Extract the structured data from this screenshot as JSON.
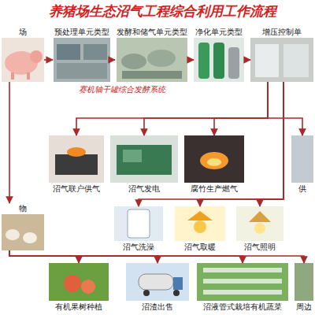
{
  "diagram": {
    "title": "养猪场生态沼气工程综合利用工作流程",
    "nodes": [
      {
        "text": [
          "场"
        ]
      },
      {
        "text": [
          "预处理单元类型"
        ]
      },
      {
        "text": [
          "发酵和储气单元类型"
        ]
      },
      {
        "text": [
          "净化单元类型"
        ]
      },
      {
        "text": [
          "增压控制单"
        ]
      },
      {
        "text": [
          "沼气联户供气"
        ]
      },
      {
        "text": [
          "沼气发电"
        ]
      },
      {
        "text": [
          "腐竹生产燃气"
        ]
      },
      {
        "text": [
          "供"
        ]
      },
      {
        "text": [
          "沼气洗澡"
        ]
      },
      {
        "text": [
          "沼气取暖"
        ]
      },
      {
        "text": [
          "沼气照明"
        ]
      },
      {
        "text": [
          "物"
        ]
      },
      {
        "text": [
          "有机果树种植"
        ]
      },
      {
        "text": [
          "沼渣出售"
        ]
      },
      {
        "text": [
          "沼液管式栽培有机蔬菜"
        ]
      },
      {
        "text": [
          "周边"
        ]
      }
    ],
    "edges": [
      {
        "from": 0,
        "to": 1,
        "arrow": "to"
      },
      {
        "from": 1,
        "to": 2,
        "arrow": "to"
      },
      {
        "from": 2,
        "to": 3,
        "arrow": "to"
      },
      {
        "from": 3,
        "to": 4,
        "arrow": "to"
      },
      {
        "from": 4,
        "to": 5,
        "arrow": "to"
      },
      {
        "from": 4,
        "to": 6,
        "arrow": "to"
      },
      {
        "from": 4,
        "to": 7,
        "arrow": "to"
      },
      {
        "from": 4,
        "to": 8,
        "arrow": "to"
      },
      {
        "from": 4,
        "to": 9,
        "arrow": "to"
      },
      {
        "from": 4,
        "to": 10,
        "arrow": "to"
      },
      {
        "from": 4,
        "to": 11,
        "arrow": "to"
      },
      {
        "from": 0,
        "to": 12,
        "arrow": "to"
      },
      {
        "from": 12,
        "to": 13,
        "arrow": "to"
      },
      {
        "from": 12,
        "to": 14,
        "arrow": "to"
      },
      {
        "from": 12,
        "to": 15,
        "arrow": "to"
      },
      {
        "from": 12,
        "to": 16,
        "arrow": "to"
      }
    ],
    "labels": [
      "赛机轴干罐综合发酵系统"
    ]
  }
}
